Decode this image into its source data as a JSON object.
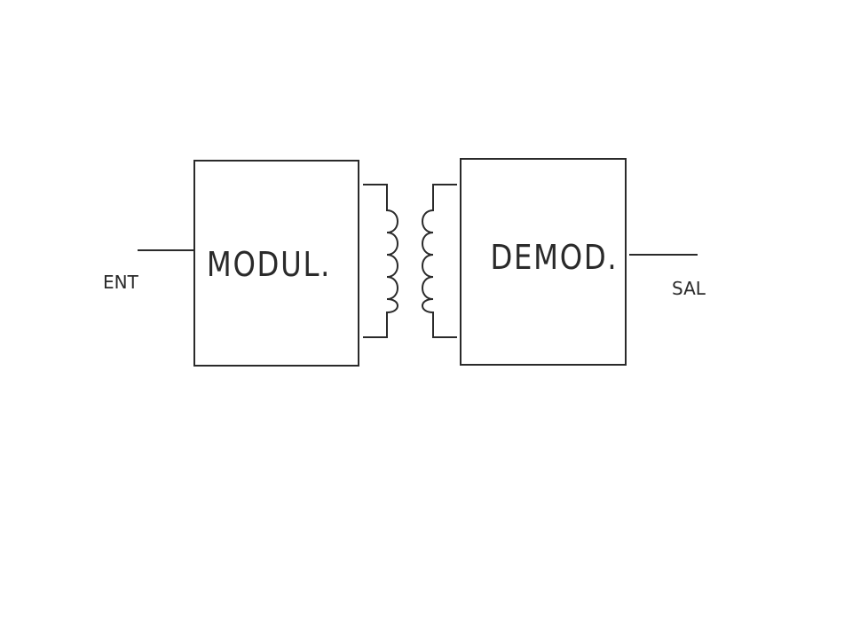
{
  "diagram": {
    "input_label": "ENT",
    "output_label": "SAL",
    "modulator_label": "MODUL.",
    "demodulator_label": "DEMOD.",
    "line_color": "#2a2a2a",
    "background": "#ffffff"
  }
}
